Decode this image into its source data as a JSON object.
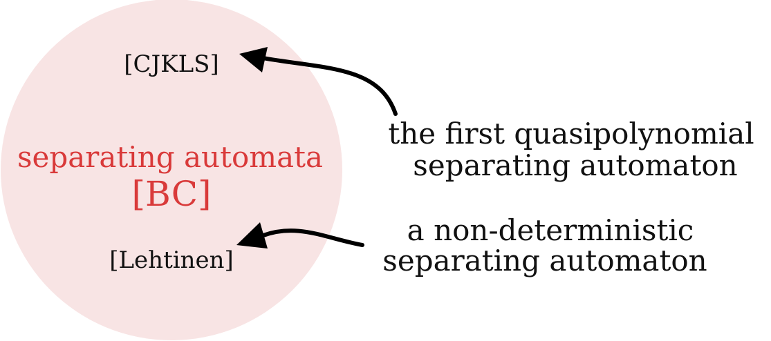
{
  "colors": {
    "circle_fill": "#f8e4e4",
    "accent_text": "#d93a3a",
    "ink": "#111111",
    "arrow": "#000000"
  },
  "circle": {
    "title_line1": "separating automata",
    "title_line2": "[BC]",
    "citation_top": "[CJKLS]",
    "citation_bottom": "[Lehtinen]"
  },
  "annotations": {
    "top": {
      "line1": "the first quasipolynomial",
      "line2": "separating automaton"
    },
    "bottom": {
      "line1": "a non-deterministic",
      "line2": "separating automaton"
    }
  }
}
